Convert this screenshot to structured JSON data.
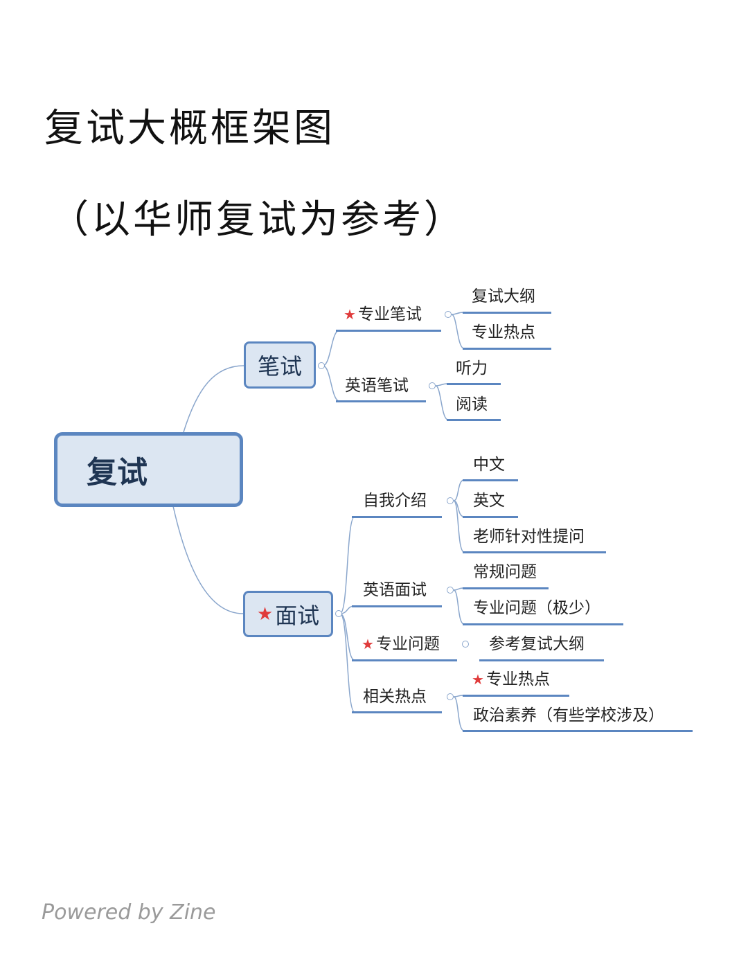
{
  "title_line1": "复试大概框架图",
  "title_line2": "（以华师复试为参考）",
  "mindmap": {
    "root": "复试",
    "written": {
      "label": "笔试",
      "children": [
        {
          "label": "专业笔试",
          "starred": true,
          "children": [
            "复试大纲",
            "专业热点"
          ]
        },
        {
          "label": "英语笔试",
          "starred": false,
          "children": [
            "听力",
            "阅读"
          ]
        }
      ]
    },
    "interview": {
      "label": "面试",
      "starred": true,
      "children": [
        {
          "label": "自我介绍",
          "starred": false,
          "children": [
            "中文",
            "英文",
            "老师针对性提问"
          ]
        },
        {
          "label": "英语面试",
          "starred": false,
          "children": [
            "常规问题",
            "专业问题（极少）"
          ]
        },
        {
          "label": "专业问题",
          "starred": true,
          "children": [
            "参考复试大纲"
          ]
        },
        {
          "label": "相关热点",
          "starred": false,
          "children": [
            "专业热点",
            "政治素养（有些学校涉及）"
          ]
        }
      ],
      "starred_leaf": "专业热点"
    },
    "star_icon": "★",
    "colors": {
      "line": "#5b86c0",
      "box_fill": "#dce6f2",
      "star": "#e03b3b"
    }
  },
  "footer": "Powered by Zine"
}
